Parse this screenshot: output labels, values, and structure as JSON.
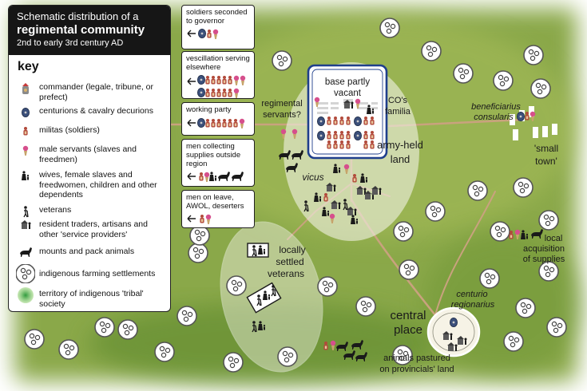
{
  "header": {
    "line1": "Schematic distribution of a",
    "line2": "regimental community",
    "line3": "2nd to early 3rd century AD"
  },
  "key": {
    "title": "key",
    "items": [
      {
        "icon": "commander-icon",
        "label": "commander (legale, tribune, or prefect)"
      },
      {
        "icon": "shield-icon",
        "label": "centurions & cavalry decurions"
      },
      {
        "icon": "soldier-icon",
        "label": "militas (soldiers)"
      },
      {
        "icon": "servant-icon",
        "label": "male servants (slaves and freedmen)"
      },
      {
        "icon": "dependents-icon",
        "label": "wives, female slaves and freedwomen, children and other dependents"
      },
      {
        "icon": "veteran-icon",
        "label": "veterans"
      },
      {
        "icon": "trader-icon",
        "label": "resident traders, artisans and other 'service providers'"
      },
      {
        "icon": "horse-icon",
        "label": "mounts and pack animals"
      },
      {
        "icon": "settlement-icon",
        "label": "indigenous farming settlements"
      },
      {
        "icon": "territory-icon",
        "label": "territory of indigenous 'tribal' society"
      }
    ]
  },
  "detachments": [
    {
      "label": "soldiers seconded to governor"
    },
    {
      "label": "vescillation serving elsewhere"
    },
    {
      "label": "working party"
    },
    {
      "label": "men collecting supplies outside region"
    },
    {
      "label": "men on leave, AWOL, deserters"
    }
  ],
  "map_labels": {
    "fort_title": "base partly vacant",
    "regimental_servants": "regimental servants?",
    "co_familia": "CO's familia",
    "army_held_land": "army-held land",
    "vicus": "vicus",
    "beneficiarius": "beneficiarius consularis",
    "small_town": "'small town'",
    "local_acquisition": "local acquisition of supplies",
    "locally_settled_veterans": "locally settled veterans",
    "centurio_regionarius": "centurio regionarius",
    "central_place": "central place",
    "animals_pastured": "animals pastured on provincials' land"
  },
  "colors": {
    "field_green": "#7f9e3f",
    "deep_green": "#4f7a2a",
    "road": "#c9a27e",
    "panel_dark": "#161616",
    "fort_border": "#1f3f8c",
    "shield_blue": "#3b4f7a",
    "soldier_red": "#b24a3b",
    "servant_pink": "#d64f8c"
  }
}
